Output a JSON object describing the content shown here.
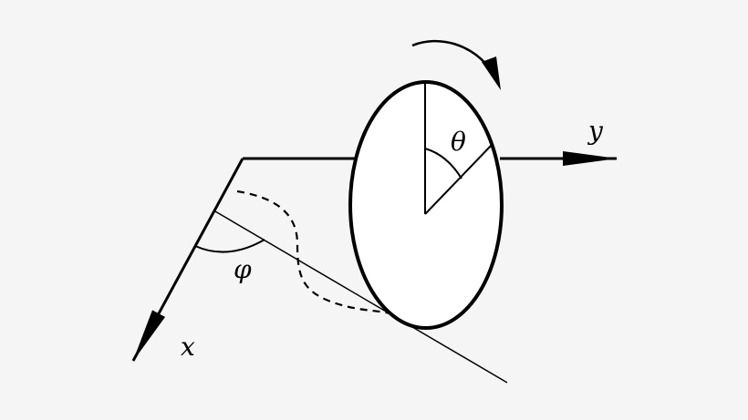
{
  "diagram": {
    "labels": {
      "x": "x",
      "y": "y",
      "theta": "θ",
      "phi": "φ"
    },
    "colors": {
      "background": "#f5f5f5",
      "stroke": "#000000",
      "wheel_fill": "#ffffff"
    }
  }
}
